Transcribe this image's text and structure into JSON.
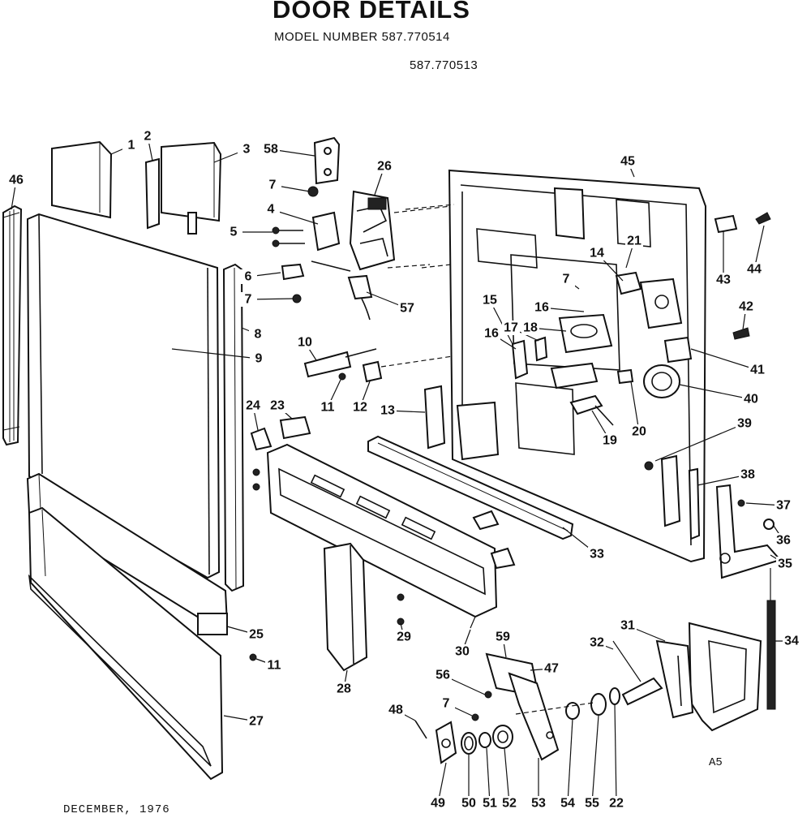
{
  "title": "DOOR DETAILS",
  "model_line": "MODEL NUMBER 587.770514",
  "model_line_2": "587.770513",
  "date_text": "DECEMBER, 1976",
  "drawing_code": "A5",
  "parts": {
    "p1": "1",
    "p2": "2",
    "p3": "3",
    "p4": "4",
    "p5": "5",
    "p6": "6",
    "p7": "7",
    "p8": "8",
    "p9": "9",
    "p10": "10",
    "p11": "11",
    "p12": "12",
    "p13": "13",
    "p14": "14",
    "p15": "15",
    "p16": "16",
    "p17": "17",
    "p18": "18",
    "p19": "19",
    "p20": "20",
    "p21": "21",
    "p22": "22",
    "p23": "23",
    "p24": "24",
    "p25": "25",
    "p26": "26",
    "p27": "27",
    "p28": "28",
    "p29": "29",
    "p30": "30",
    "p31": "31",
    "p32": "32",
    "p33": "33",
    "p34": "34",
    "p35": "35",
    "p36": "36",
    "p37": "37",
    "p38": "38",
    "p39": "39",
    "p40": "40",
    "p41": "41",
    "p42": "42",
    "p43": "43",
    "p44": "44",
    "p45": "45",
    "p46": "46",
    "p47": "47",
    "p48": "48",
    "p49": "49",
    "p50": "50",
    "p51": "51",
    "p52": "52",
    "p53": "53",
    "p54": "54",
    "p55": "55",
    "p56": "56",
    "p57": "57",
    "p58": "58",
    "p59": "59"
  }
}
